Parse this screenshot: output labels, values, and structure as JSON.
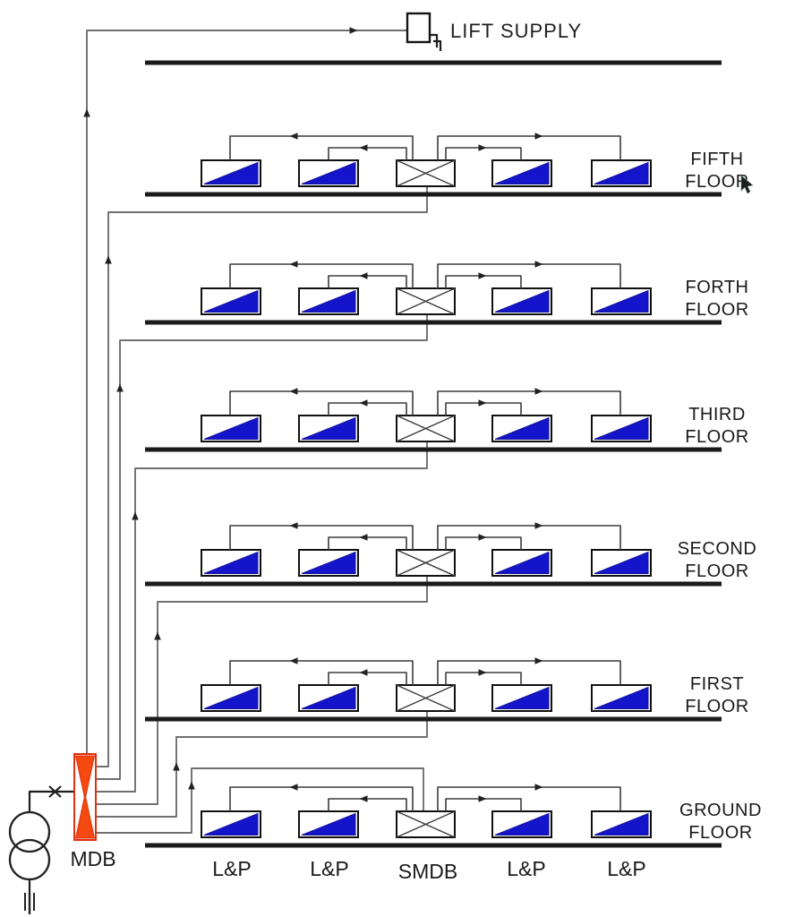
{
  "diagram": {
    "title_hint": "Electrical riser diagram",
    "lift_supply_label": "LIFT SUPPLY",
    "mdb_label": "MDB",
    "floors": [
      {
        "line1": "FIFTH",
        "line2": "FLOOR"
      },
      {
        "line1": "FORTH",
        "line2": "FLOOR"
      },
      {
        "line1": "THIRD",
        "line2": "FLOOR"
      },
      {
        "line1": "SECOND",
        "line2": "FLOOR"
      },
      {
        "line1": "FIRST",
        "line2": "FLOOR"
      },
      {
        "line1": "GROUND",
        "line2": "FLOOR"
      }
    ],
    "ground_board_labels": [
      "L&P",
      "L&P",
      "SMDB",
      "L&P",
      "L&P"
    ],
    "symbols": {
      "mdb": "mdb-hourglass-icon",
      "smdb": "crossed-box-icon",
      "lp_board": "half-shaded-box-icon",
      "transformer": "double-circle-transformer-icon",
      "isolator": "x-fuse-icon",
      "lift_switch": "lift-switch-hook-icon",
      "earth": "triple-line-earth-icon",
      "cursor": "mouse-cursor-icon"
    },
    "colors": {
      "board_blue": "#1414cb",
      "mdb_orange": "#f4490f",
      "mdb_border_red": "#e03010",
      "busbar_black": "#1b1b1b",
      "wire_gray": "#6f6f6f",
      "text": "#1a1a1a",
      "background": "#ffffff"
    }
  }
}
